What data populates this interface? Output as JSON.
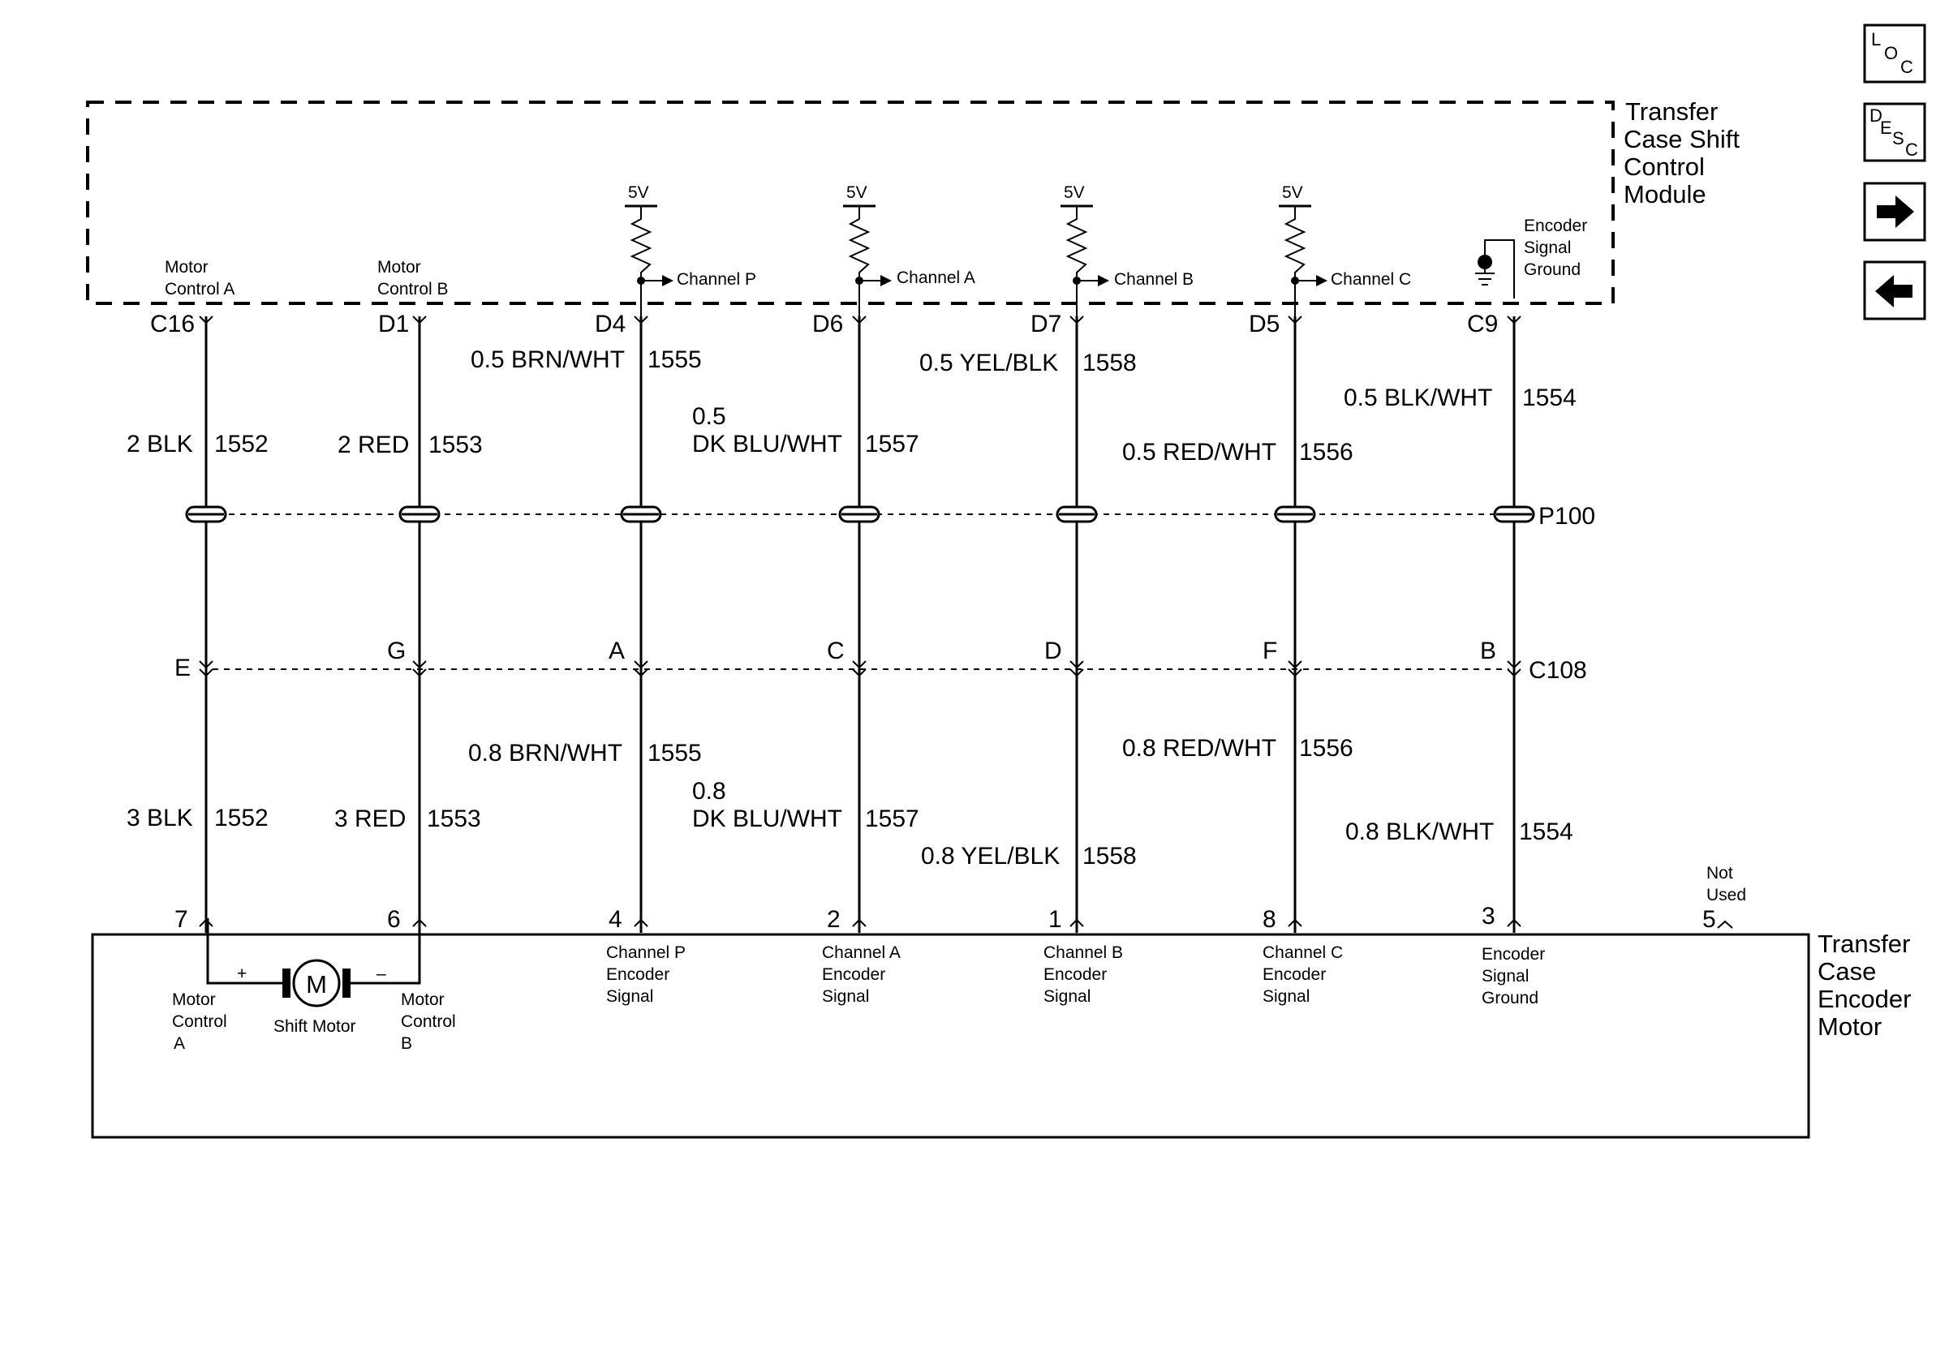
{
  "module": {
    "title_lines": [
      "Transfer",
      "Case Shift",
      "Control",
      "Module"
    ],
    "ground_label_lines": [
      "Encoder",
      "Signal",
      "Ground"
    ],
    "motor_control_a_lines": [
      "Motor",
      "Control A"
    ],
    "motor_control_b_lines": [
      "Motor",
      "Control B"
    ]
  },
  "supply_label": "5V",
  "circuits": [
    {
      "id": "motor-a",
      "module_pin": "C16",
      "upper_wire": "2 BLK",
      "upper_circuit": "1552",
      "c108_pin": "E",
      "lower_wire": "3 BLK",
      "lower_circuit": "1552",
      "encoder_pin": "7",
      "module_signal": null,
      "encoder_label_lines": []
    },
    {
      "id": "motor-b",
      "module_pin": "D1",
      "upper_wire": "2 RED",
      "upper_circuit": "1553",
      "c108_pin": "G",
      "lower_wire": "3 RED",
      "lower_circuit": "1553",
      "encoder_pin": "6",
      "module_signal": null,
      "encoder_label_lines": []
    },
    {
      "id": "channel-p",
      "module_pin": "D4",
      "upper_wire": "0.5 BRN/WHT",
      "upper_circuit": "1555",
      "c108_pin": "A",
      "lower_wire": "0.8 BRN/WHT",
      "lower_circuit": "1555",
      "encoder_pin": "4",
      "module_signal": "Channel P",
      "encoder_label_lines": [
        "Channel P",
        "Encoder",
        "Signal"
      ]
    },
    {
      "id": "channel-a",
      "module_pin": "D6",
      "upper_wire_lines": [
        "0.5",
        "DK BLU/WHT"
      ],
      "upper_circuit": "1557",
      "c108_pin": "C",
      "lower_wire_lines": [
        "0.8",
        "DK BLU/WHT"
      ],
      "lower_circuit": "1557",
      "encoder_pin": "2",
      "module_signal": "Channel A",
      "encoder_label_lines": [
        "Channel A",
        "Encoder",
        "Signal"
      ]
    },
    {
      "id": "channel-b",
      "module_pin": "D7",
      "upper_wire": "0.5 YEL/BLK",
      "upper_circuit": "1558",
      "c108_pin": "D",
      "lower_wire": "0.8 YEL/BLK",
      "lower_circuit": "1558",
      "encoder_pin": "1",
      "module_signal": "Channel B",
      "encoder_label_lines": [
        "Channel B",
        "Encoder",
        "Signal"
      ]
    },
    {
      "id": "channel-c",
      "module_pin": "D5",
      "upper_wire": "0.5 RED/WHT",
      "upper_circuit": "1556",
      "c108_pin": "F",
      "lower_wire": "0.8 RED/WHT",
      "lower_circuit": "1556",
      "encoder_pin": "8",
      "module_signal": "Channel C",
      "encoder_label_lines": [
        "Channel C",
        "Encoder",
        "Signal"
      ]
    },
    {
      "id": "ground",
      "module_pin": "C9",
      "upper_wire": "0.5 BLK/WHT",
      "upper_circuit": "1554",
      "c108_pin": "B",
      "lower_wire": "0.8 BLK/WHT",
      "lower_circuit": "1554",
      "encoder_pin": "3",
      "module_signal": null,
      "encoder_label_lines": [
        "Encoder",
        "Signal",
        "Ground"
      ]
    }
  ],
  "splice_pack": "P100",
  "connector": "C108",
  "encoder_motor": {
    "title_lines": [
      "Transfer",
      "Case",
      "Encoder",
      "Motor"
    ],
    "not_used_lines": [
      "Not",
      "Used"
    ],
    "not_used_pin": "5",
    "motor_symbol": "M",
    "motor_name": "Shift Motor",
    "plus": "+",
    "minus": "–",
    "motor_control_a_lines": [
      "Motor",
      "Control",
      "A"
    ],
    "motor_control_b_lines": [
      "Motor",
      "Control",
      "B"
    ]
  },
  "nav": {
    "loc": {
      "letters": [
        "L",
        "O",
        "C"
      ],
      "icon": "loc-icon"
    },
    "desc": {
      "letters": [
        "D",
        "E",
        "S",
        "C"
      ],
      "icon": "desc-icon"
    },
    "next": {
      "icon": "arrow-right-icon"
    },
    "back": {
      "icon": "arrow-left-icon"
    }
  }
}
